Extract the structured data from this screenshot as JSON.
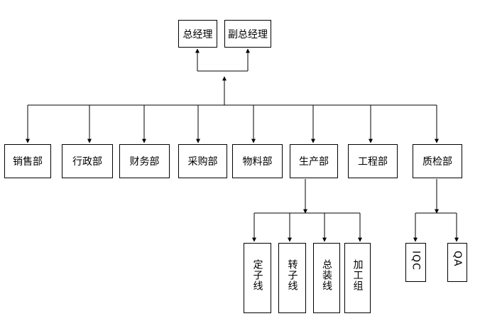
{
  "nodes": {
    "gm": "总经理",
    "deputy_gm": "副总经理",
    "sales": "销售部",
    "admin": "行政部",
    "finance": "财务部",
    "purchasing": "采购部",
    "materials": "物料部",
    "production": "生产部",
    "engineering": "工程部",
    "quality": "质检部",
    "stator_line": "定子线",
    "rotor_line": "转子线",
    "assembly_line": "总装线",
    "processing_group": "加工组",
    "iqc": "IQC",
    "qa": "QA"
  },
  "colors": {
    "line": "#000000",
    "box_border": "#000000",
    "background": "#ffffff"
  }
}
